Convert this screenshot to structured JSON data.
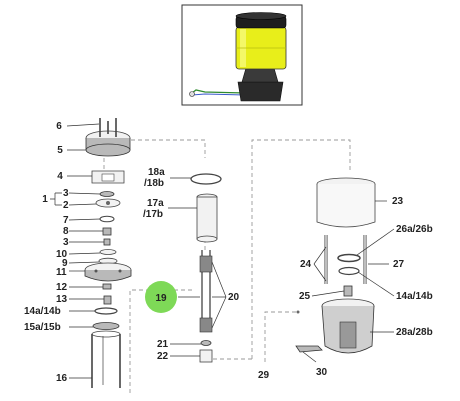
{
  "labels": {
    "l6": "6",
    "l5": "5",
    "l4": "4",
    "l3a": "3",
    "l1": "1",
    "l2": "2",
    "l7": "7",
    "l8": "8",
    "l3b": "3",
    "l10": "10",
    "l9": "9",
    "l11": "11",
    "l12": "12",
    "l13": "13",
    "l14": "14a/14b",
    "l15": "15a/15b",
    "l16": "16",
    "l18": "18a",
    "l18b": "/18b",
    "l17": "17a",
    "l17b": "/17b",
    "l19": "19",
    "l20": "20",
    "l21": "21",
    "l22": "22",
    "l23": "23",
    "l26": "26a/26b",
    "l24": "24",
    "l27": "27",
    "l25": "25",
    "l14r": "14a/14b",
    "l28": "28a/28b",
    "l29": "29",
    "l30": "30"
  },
  "colors": {
    "callout_green": "#7ed957",
    "beacon_yellow": "#e8ee1a",
    "cable_green": "#2e8b2e",
    "cable_blue": "#3b5bcc"
  }
}
